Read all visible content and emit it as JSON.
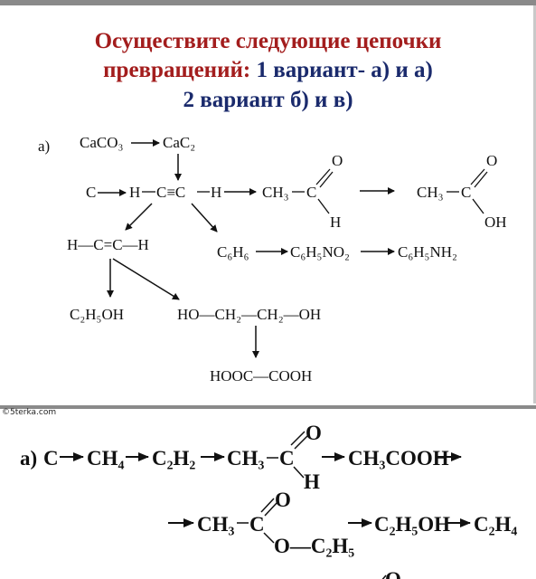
{
  "header": {
    "line1": "Осуществите следующие цепочки",
    "line2_red": "превращений:",
    "line2_blue": " 1 вариант- а) и а)",
    "line3": "2 вариант б) и в)"
  },
  "scheme1": {
    "label": "а)",
    "caco3": "CaCO₃",
    "cac2": "CaC₂",
    "c": "C",
    "h_left": "H",
    "c_triple": "C≡C",
    "h_right": "H",
    "ch3": "CH₃",
    "c_ald": "C",
    "o_ald": "O",
    "h_ald": "H",
    "ch3_acid": "CH₃",
    "c_acid": "C",
    "o_acid": "O",
    "oh_acid": "OH",
    "ethylene": "H—C=C—H",
    "benzene": "C₆H₆",
    "nitrobenzene": "C₆H₅NO₂",
    "aniline": "C₆H₅NH₂",
    "ethanol": "C₂H₅OH",
    "glycol": "HO—CH₂—CH₂—OH",
    "oxalic": "HOOC—COOH"
  },
  "watermark": "©5terka.com",
  "scheme2": {
    "label": "а)",
    "c": "C",
    "ch4": "CH₄",
    "c2h2": "C₂H₂",
    "ch3": "CH₃",
    "c_ald": "C",
    "o_ald": "O",
    "h_ald": "H",
    "ch3cooh": "CH₃COOH",
    "ch3_ester": "CH₃",
    "c_ester": "C",
    "o_ester": "O",
    "oc2h5": "O—C₂H₅",
    "c2h5oh": "C₂H₅OH",
    "c2h4": "C₂H₄",
    "o_bottom": "O"
  }
}
